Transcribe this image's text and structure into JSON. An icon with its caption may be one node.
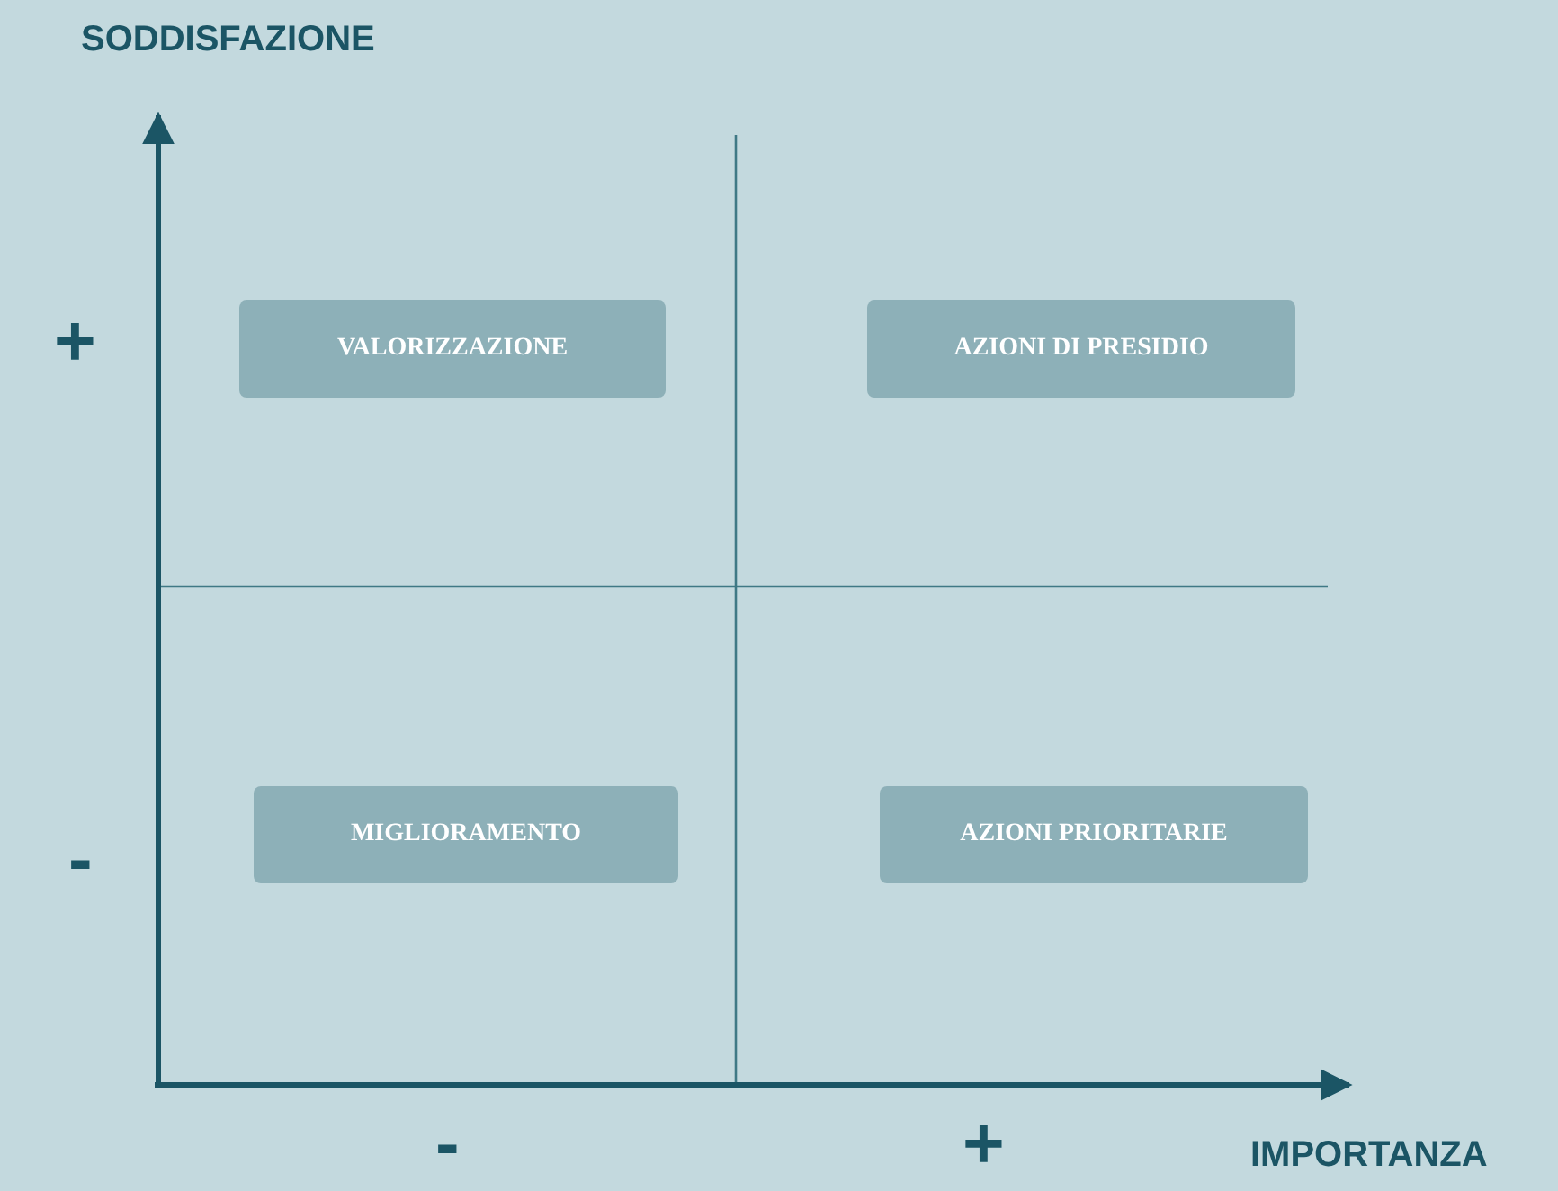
{
  "diagram": {
    "nodes": [
      {
        "text": [
          "VALORIZZAZIONE"
        ]
      },
      {
        "text": [
          "AZIONI DI PRESIDIO"
        ]
      },
      {
        "text": [
          "MIGLIORAMENTO"
        ]
      },
      {
        "text": [
          "AZIONI PRIORITARIE"
        ]
      }
    ],
    "labels": [
      "SODDISFAZIONE",
      "+",
      "-",
      "-",
      "+",
      "IMPORTANZA"
    ]
  }
}
